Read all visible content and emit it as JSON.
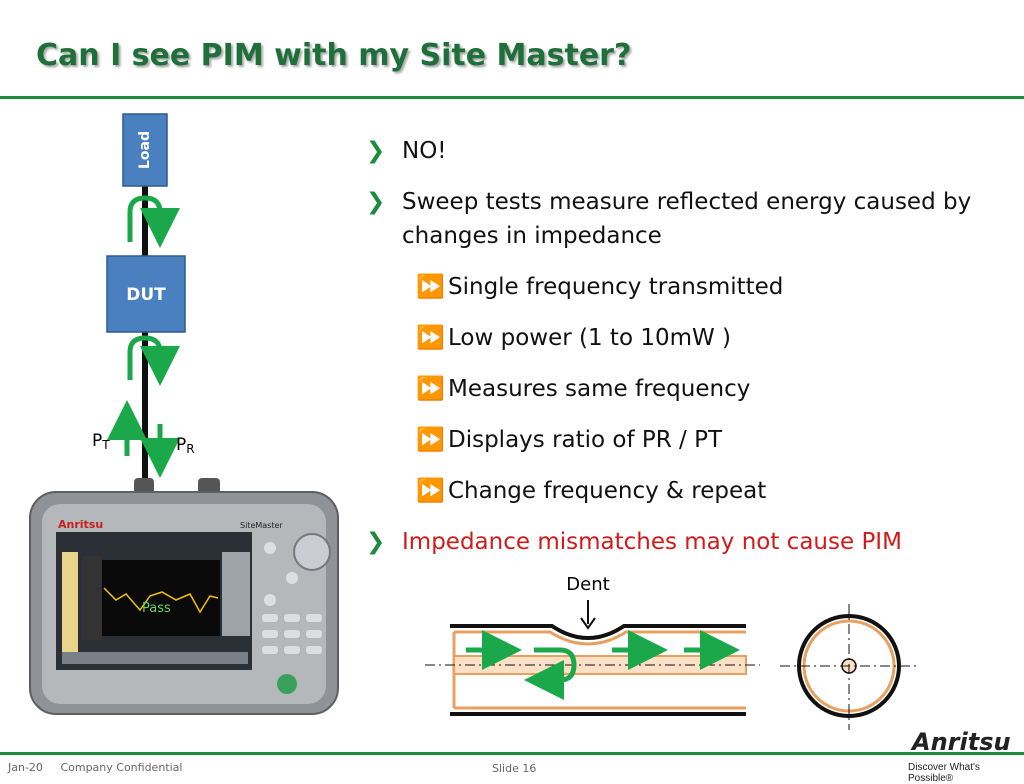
{
  "title": "Can I see PIM with my Site Master?",
  "bullets": [
    {
      "text": "NO!",
      "level": 1
    },
    {
      "text": "Sweep tests measure reflected energy caused by changes in impedance",
      "level": 1
    },
    {
      "text": "Single frequency transmitted",
      "level": 2
    },
    {
      "text": "Low power (1 to 10mW )",
      "level": 2
    },
    {
      "text": "Measures same frequency",
      "level": 2
    },
    {
      "text": "Displays ratio of PR / PT",
      "level": 2
    },
    {
      "text": "Change frequency & repeat",
      "level": 2
    },
    {
      "text": "Impedance mismatches may not cause PIM",
      "level": 1
    }
  ],
  "markers": {
    "level1": "❯",
    "level2": "⏩"
  },
  "diagram": {
    "load_label": "Load",
    "dut_label": "DUT",
    "pt_label": "P",
    "pt_sub": "T",
    "pr_label": "P",
    "pr_sub": "R",
    "dent_label": "Dent",
    "device_screen_label": "Pass",
    "device_brand": "Anritsu",
    "device_model": "SiteMaster"
  },
  "footer": {
    "date": "Jan-20",
    "confidential": "Company Confidential",
    "slide": "Slide 16"
  },
  "logo": {
    "brand": "Anritsu",
    "tagline": "Discover What's Possible®"
  },
  "colors": {
    "title": "#1f6f3a",
    "rule": "#1f8a3f",
    "arrow": "#1aa84a",
    "box": "#4a7fc0",
    "alert": "#d11a1a",
    "pipe": "#e8a060"
  }
}
